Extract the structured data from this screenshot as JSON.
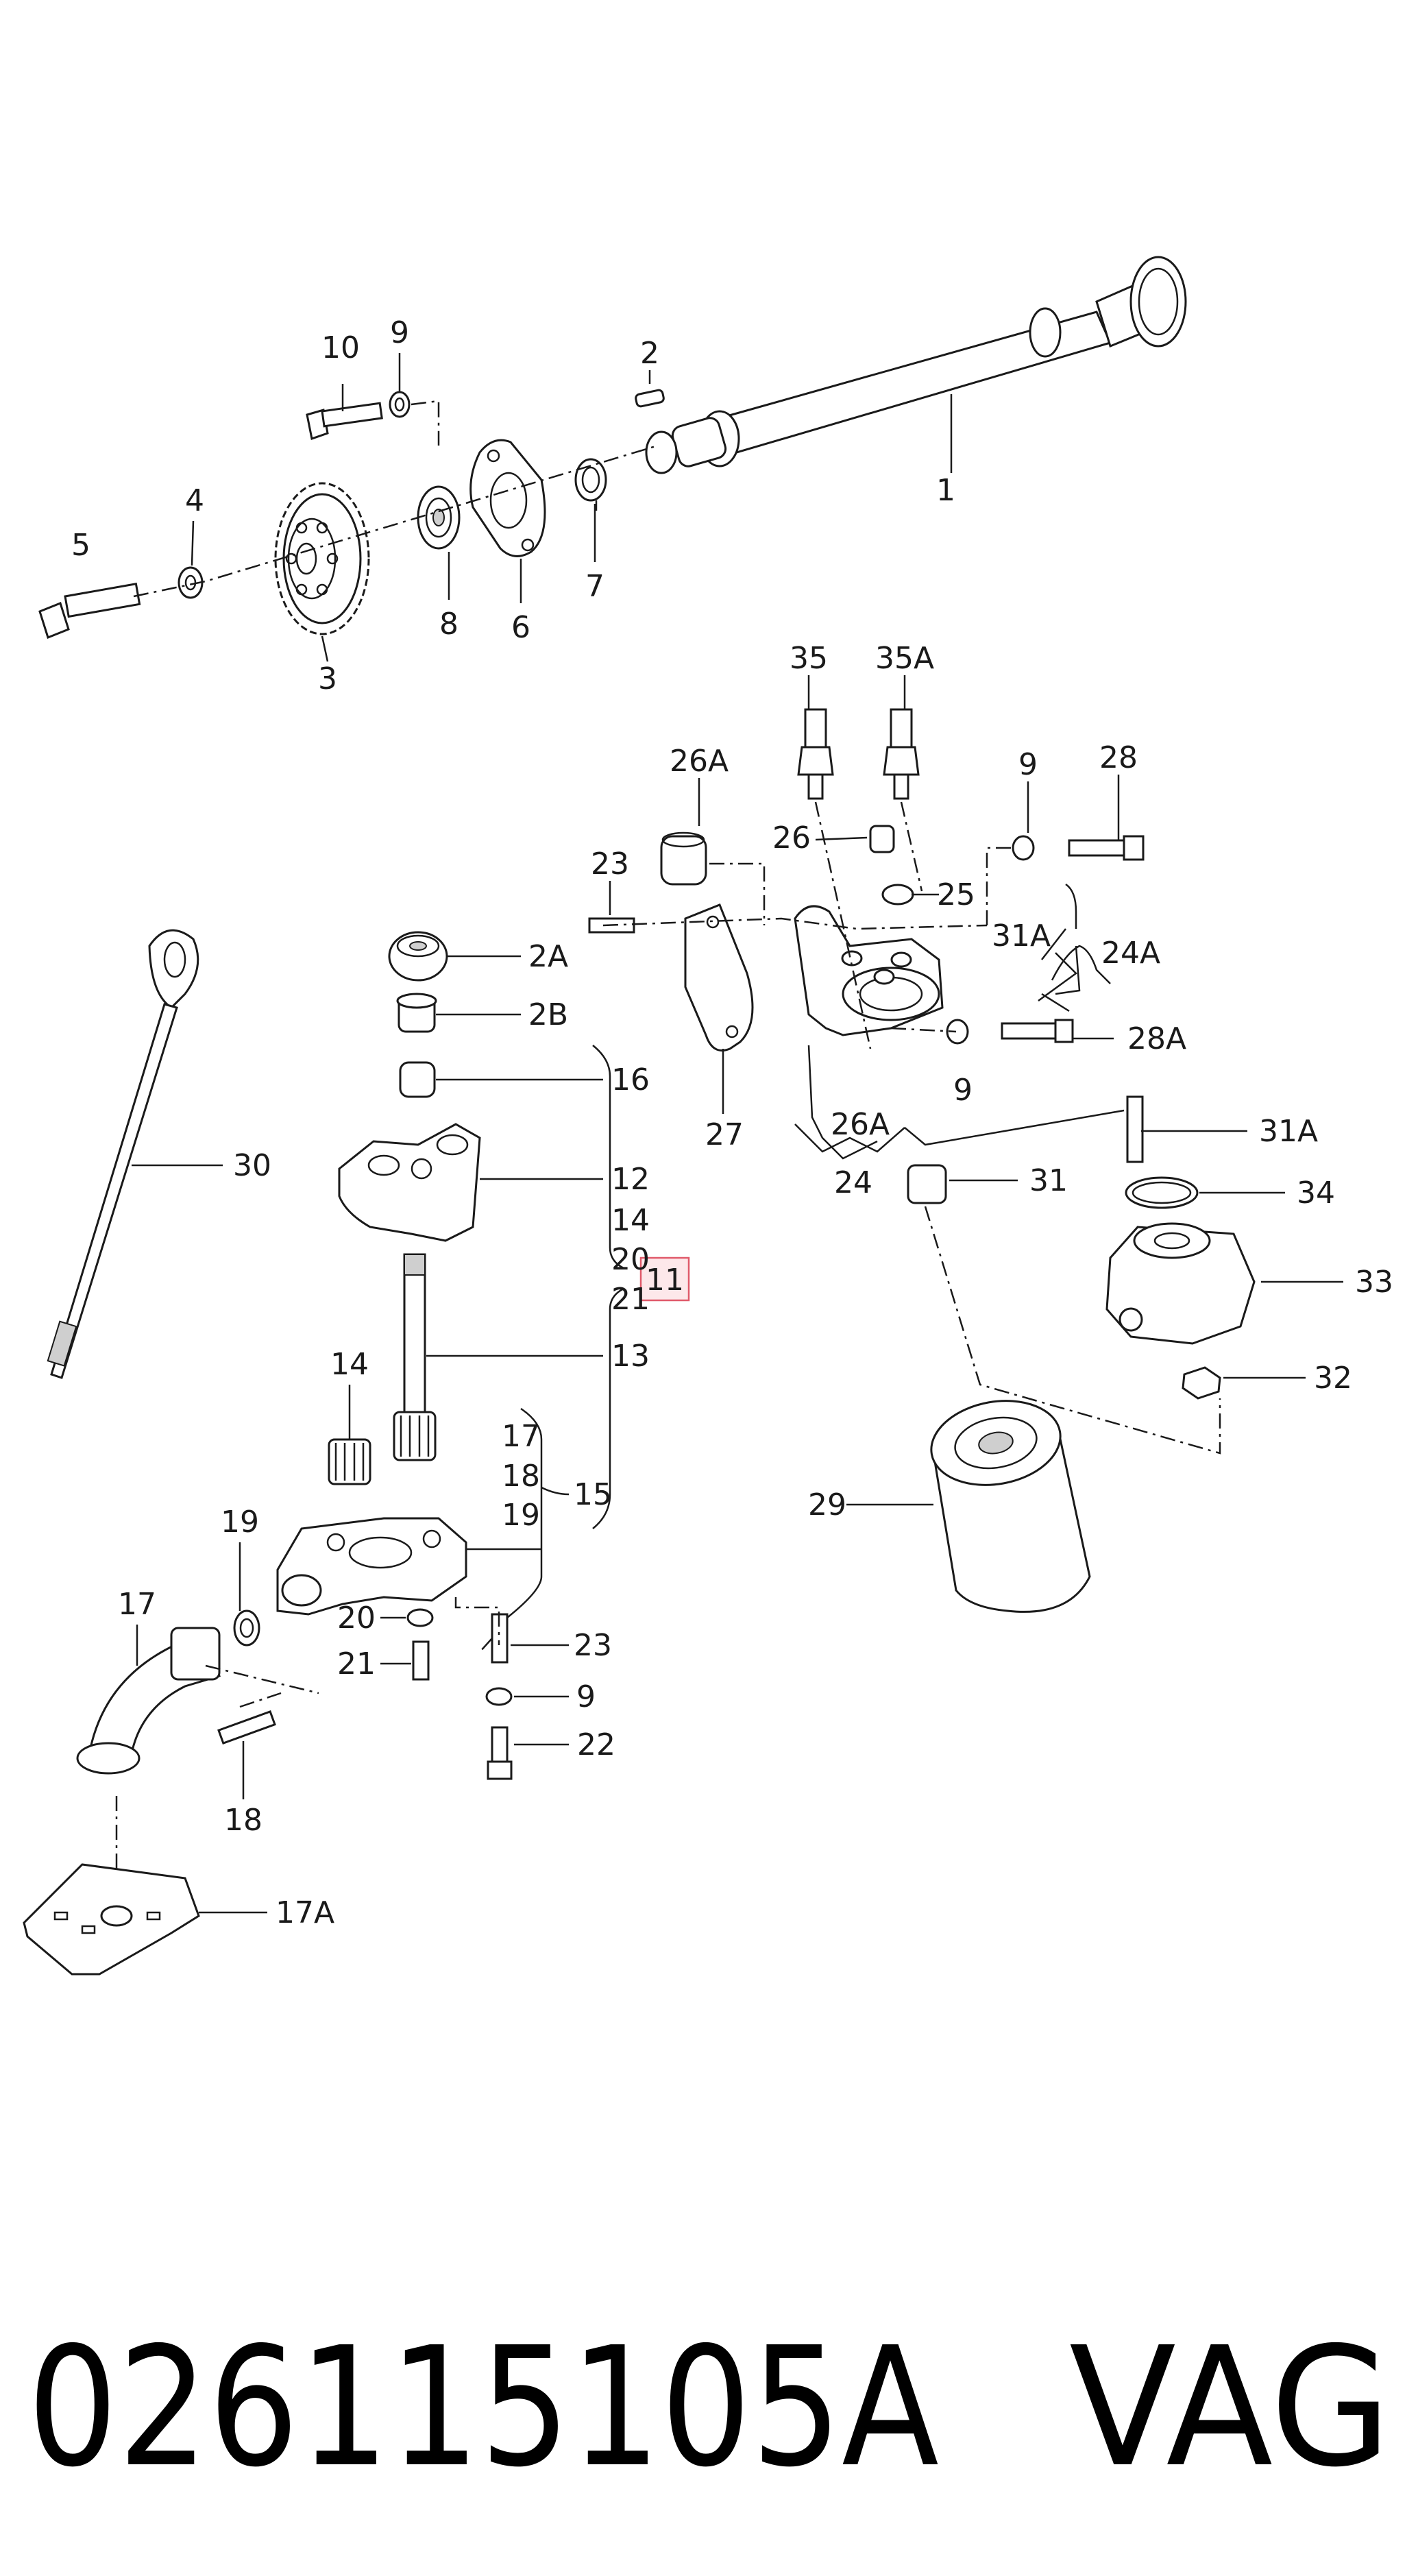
{
  "diagram": {
    "labels": {
      "l1": "1",
      "l2": "2",
      "l3": "3",
      "l4": "4",
      "l5": "5",
      "l6": "6",
      "l7": "7",
      "l8": "8",
      "l9a": "9",
      "l10": "10",
      "l35": "35",
      "l35a": "35A",
      "l26a_top": "26A",
      "l9b": "9",
      "l28": "28",
      "l23a": "23",
      "l26": "26",
      "l25": "25",
      "l31a_a": "31A",
      "l24a": "24A",
      "l28a": "28A",
      "l9c": "9",
      "l27": "27",
      "l26a_b": "26A",
      "l24": "24",
      "l31a_b": "31A",
      "l31": "31",
      "l34": "34",
      "l33": "33",
      "l32": "32",
      "l29": "29",
      "l30": "30",
      "l2a": "2A",
      "l2b": "2B",
      "l16": "16",
      "l12": "12",
      "l14a": "14",
      "l20a": "20",
      "l21a": "21",
      "l11": "11",
      "l13": "13",
      "l14b": "14",
      "l17a": "17",
      "l18a": "18",
      "l19a": "19",
      "l15": "15",
      "l19b": "19",
      "l17b": "17",
      "l20b": "20",
      "l21b": "21",
      "l23b": "23",
      "l9d": "9",
      "l22": "22",
      "l18b": "18",
      "l17A": "17A"
    },
    "highlight": "11"
  },
  "footer": {
    "part_number": "026115105A",
    "brand": "VAG"
  }
}
